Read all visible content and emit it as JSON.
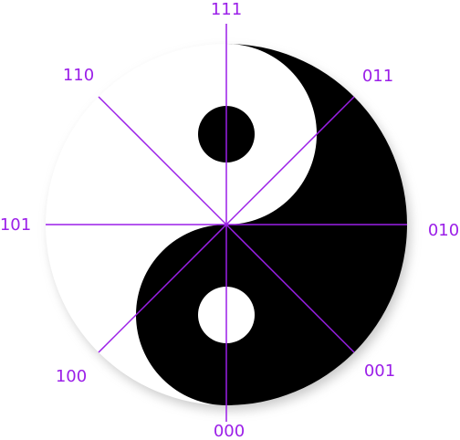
{
  "diagram": {
    "colors": {
      "background": "#ffffff",
      "yin": "#000000",
      "yang": "#ffffff",
      "spokes": "#9b1fe8",
      "labels": "#9b1fe8",
      "shadow": "#9a9a9a"
    },
    "labels": {
      "top": "111",
      "top_right": "011",
      "right": "010",
      "bottom_right": "001",
      "bottom": "000",
      "bottom_left": "100",
      "left": "101",
      "top_left": "110"
    }
  }
}
